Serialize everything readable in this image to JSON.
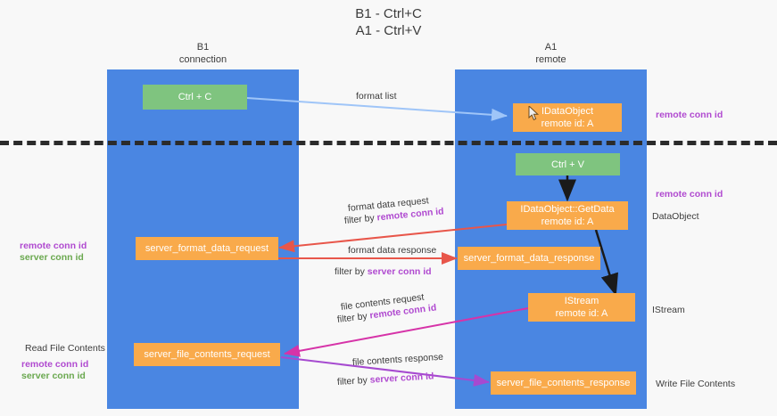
{
  "title": "B1 - Ctrl+C\nA1 - Ctrl+V",
  "colors": {
    "lane": "#4a86e2",
    "node_orange": "#f9aa4b",
    "node_green": "#7fc47f",
    "accent_purple": "#b04ad0",
    "accent_green": "#6aa84f",
    "arrow_blue": "#9fc5f8",
    "arrow_red": "#e8564a",
    "arrow_magenta": "#d633a8",
    "arrow_violet": "#a64ad0",
    "arrow_black": "#1a1a1a",
    "divider": "#2b2b2b",
    "background": "#f8f8f8"
  },
  "lanes": [
    {
      "id": "b1",
      "header": "B1\nconnection"
    },
    {
      "id": "a1",
      "header": "A1\nremote"
    }
  ],
  "nodes": [
    {
      "id": "ctrl-c",
      "label": "Ctrl + C",
      "kind": "green"
    },
    {
      "id": "idataobject",
      "label": "IDataObject\nremote id: A",
      "kind": "orange"
    },
    {
      "id": "ctrl-v",
      "label": "Ctrl + V",
      "kind": "green"
    },
    {
      "id": "idataobject-getdata",
      "label": "IDataObject::GetData\nremote id: A",
      "kind": "orange"
    },
    {
      "id": "server-format-data-request",
      "label": "server_format_data_request",
      "kind": "orange"
    },
    {
      "id": "server-format-data-response",
      "label": "server_format_data_response",
      "kind": "orange"
    },
    {
      "id": "istream",
      "label": "IStream\nremote id: A",
      "kind": "orange"
    },
    {
      "id": "server-file-contents-request",
      "label": "server_file_contents_request",
      "kind": "orange"
    },
    {
      "id": "server-file-contents-response",
      "label": "server_file_contents_response",
      "kind": "orange"
    }
  ],
  "edge_labels": {
    "format_list": "format list",
    "format_data_request": "format data request",
    "format_data_request_filter_prefix": "filter by ",
    "format_data_request_filter_key": "remote conn id",
    "format_data_response": "format data response",
    "format_data_response_filter_prefix": "filter by ",
    "format_data_response_filter_key": "server conn id",
    "file_contents_request": "file contents request",
    "file_contents_request_filter_prefix": "filter by ",
    "file_contents_request_filter_key": "remote conn id",
    "file_contents_response": "file contents response",
    "file_contents_response_filter_prefix": "filter by ",
    "file_contents_response_filter_key": "server conn id"
  },
  "right_labels": [
    {
      "id": "remote-conn-id-top",
      "text": "remote conn id",
      "style": "purple"
    },
    {
      "id": "remote-conn-id-mid",
      "text": "remote conn id",
      "style": "purple"
    },
    {
      "id": "dataobject",
      "text": "DataObject",
      "style": "plain"
    },
    {
      "id": "istream-label",
      "text": "IStream",
      "style": "plain"
    },
    {
      "id": "write-file-contents",
      "text": "Write File Contents",
      "style": "plain"
    }
  ],
  "left_labels": {
    "mid_remote": "remote conn id",
    "mid_server": "server conn id",
    "read_file_contents": "Read File Contents",
    "bottom_remote": "remote conn id",
    "bottom_server": "server conn id"
  }
}
